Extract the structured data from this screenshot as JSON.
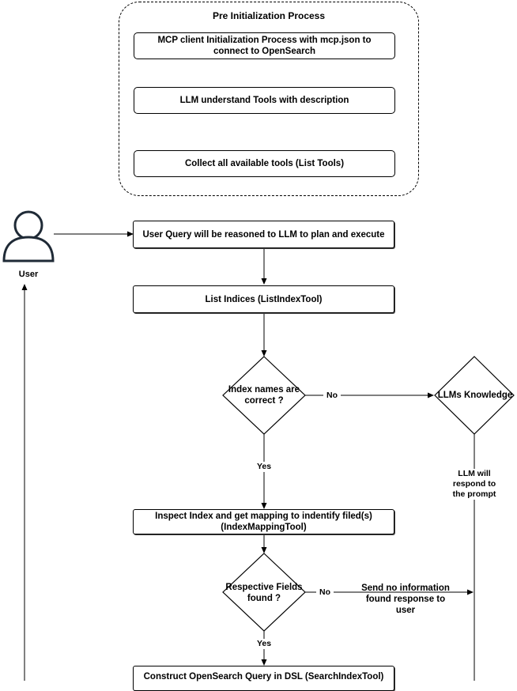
{
  "group": {
    "title": "Pre Initialization Process",
    "steps": [
      "MCP client Initialization Process with mcp.json to connect to OpenSearch",
      "LLM understand Tools with description",
      "Collect all available tools (List Tools)"
    ]
  },
  "actor": {
    "label": "User"
  },
  "boxes": {
    "user_query": "User Query will be reasoned to LLM to plan and execute",
    "list_indices": "List Indices (ListIndexTool)",
    "inspect_index": "Inspect Index and get mapping to indentify filed(s) (IndexMappingTool)",
    "construct_query": "Construct OpenSearch Query in DSL (SearchIndexTool)"
  },
  "decisions": {
    "index_names": "Index names are correct ?",
    "llms_knowledge": "LLMs Knowledge",
    "fields_found": "Respective Fields found ?"
  },
  "edge_labels": {
    "no_1": "No",
    "yes_1": "Yes",
    "no_2": "No",
    "yes_2": "Yes",
    "llm_respond": "LLM will respond to the prompt",
    "send_no_info": "Send no information found response to user"
  }
}
